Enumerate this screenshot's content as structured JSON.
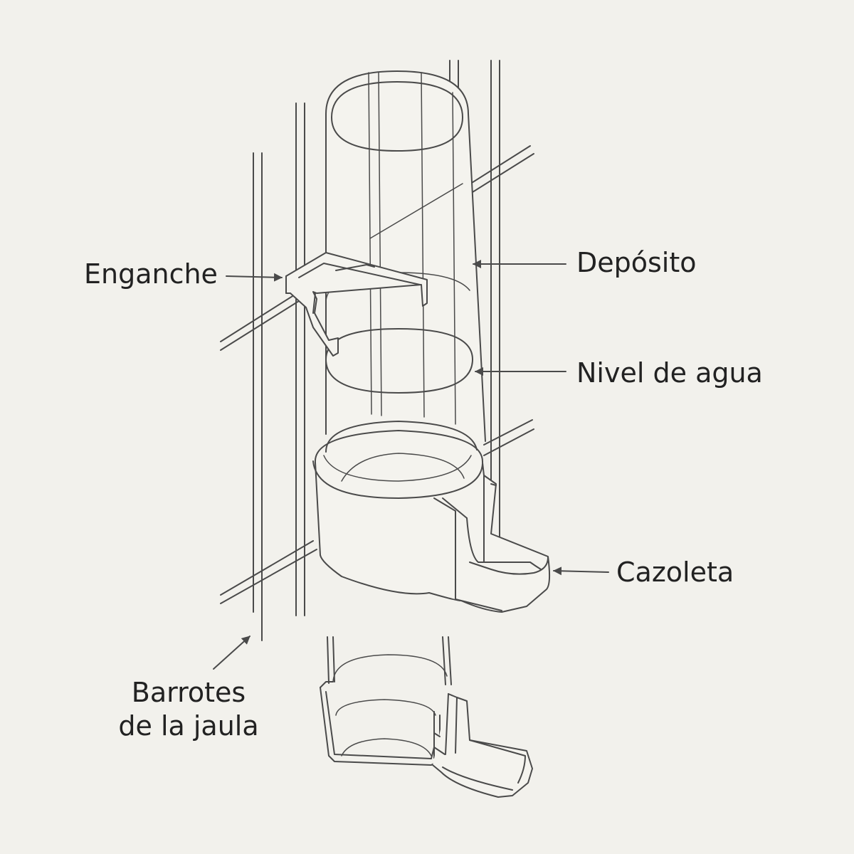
{
  "labels": {
    "enganche": "Enganche",
    "deposito": "Depósito",
    "nivel_agua": "Nivel de agua",
    "cazoleta": "Cazoleta",
    "barrotes_line1": "Barrotes",
    "barrotes_line2": "de la jaula"
  },
  "colors": {
    "background": "#f2f1ec",
    "line": "#4a4a4a",
    "text": "#222222"
  }
}
